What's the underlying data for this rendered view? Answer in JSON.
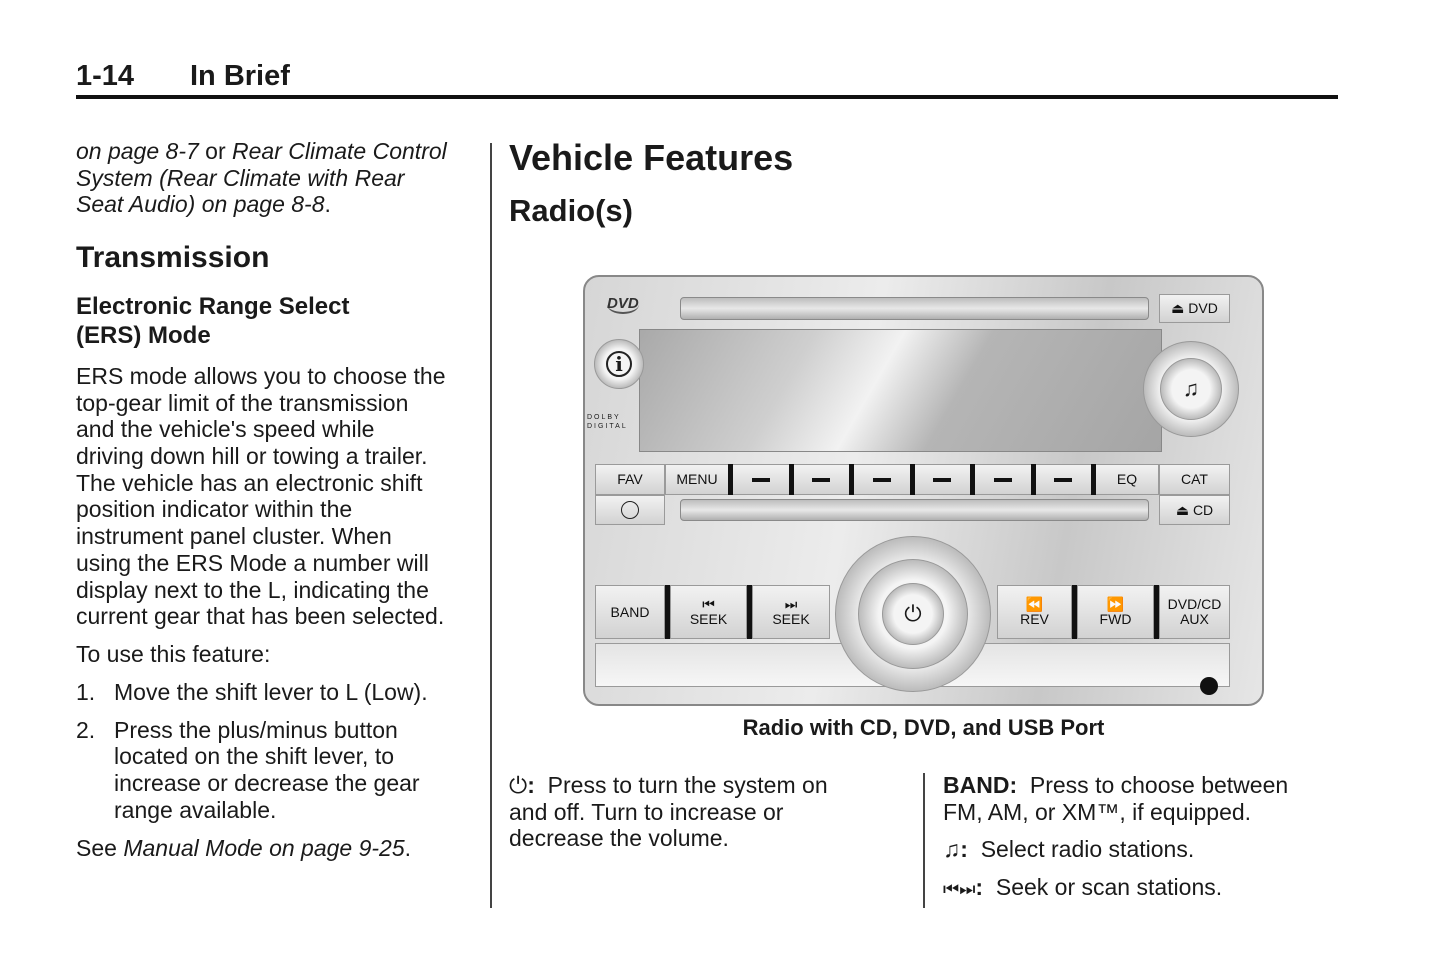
{
  "header": {
    "page_number": "1-14",
    "section": "In Brief"
  },
  "left": {
    "intro_lines": [
      [
        {
          "t": "on page 8-7",
          "i": true
        },
        {
          "t": " or ",
          "i": false
        },
        {
          "t": "Rear Climate Control",
          "i": true
        }
      ],
      [
        {
          "t": "System (Rear Climate with Rear",
          "i": true
        }
      ],
      [
        {
          "t": "Seat Audio) on page 8-8",
          "i": true
        },
        {
          "t": ".",
          "i": false
        }
      ]
    ],
    "heading": "Transmission",
    "subheading_lines": [
      "Electronic Range Select",
      "(ERS) Mode"
    ],
    "para_lines": [
      "ERS mode allows you to choose the",
      "top-gear limit of the transmission",
      "and the vehicle's speed while",
      "driving down hill or towing a trailer.",
      "The vehicle has an electronic shift",
      "position indicator within the",
      "instrument panel cluster. When",
      "using the ERS Mode a number will",
      "display next to the L, indicating the",
      "current gear that has been selected."
    ],
    "to_use": "To use this feature:",
    "steps": [
      {
        "num": "1.",
        "lines": [
          "Move the shift lever to L (Low)."
        ]
      },
      {
        "num": "2.",
        "lines": [
          "Press the plus/minus button",
          "located on the shift lever, to",
          "increase or decrease the gear",
          "range available."
        ]
      }
    ],
    "see_prefix": "See ",
    "see_ref": "Manual Mode on page 9-25",
    "see_suffix": "."
  },
  "right": {
    "heading": "Vehicle Features",
    "subheading": "Radio(s)",
    "caption": "Radio with CD, DVD, and USB Port",
    "radio": {
      "dvd_logo": "DVD",
      "dolby": "DOLBY DIGITAL",
      "eject_dvd": "DVD",
      "eject_cd": "CD",
      "fav": "FAV",
      "menu": "MENU",
      "eq": "EQ",
      "cat": "CAT",
      "band": "BAND",
      "seek": "SEEK",
      "rev": "REV",
      "fwd": "FWD",
      "dvd_cd": "DVD/CD",
      "aux": "AUX",
      "info_icon": "i",
      "music_icon": "♫",
      "power_icon": "⏻",
      "clock_icon": "clock-icon"
    },
    "power_desc": {
      "symbol": "⏻",
      "sep": ":",
      "lines": [
        "Press to turn the system on",
        "and off. Turn to increase or",
        "decrease the volume."
      ]
    },
    "band_desc": {
      "label": "BAND:",
      "lines": [
        "Press to choose between",
        "FM, AM, or XM™, if equipped."
      ]
    },
    "music_desc": {
      "symbol": "♫",
      "sep": ":",
      "text": "Select radio stations."
    },
    "seek_desc": {
      "symbol": "⏮⏭",
      "sep": ":",
      "text": "Seek or scan stations."
    }
  }
}
